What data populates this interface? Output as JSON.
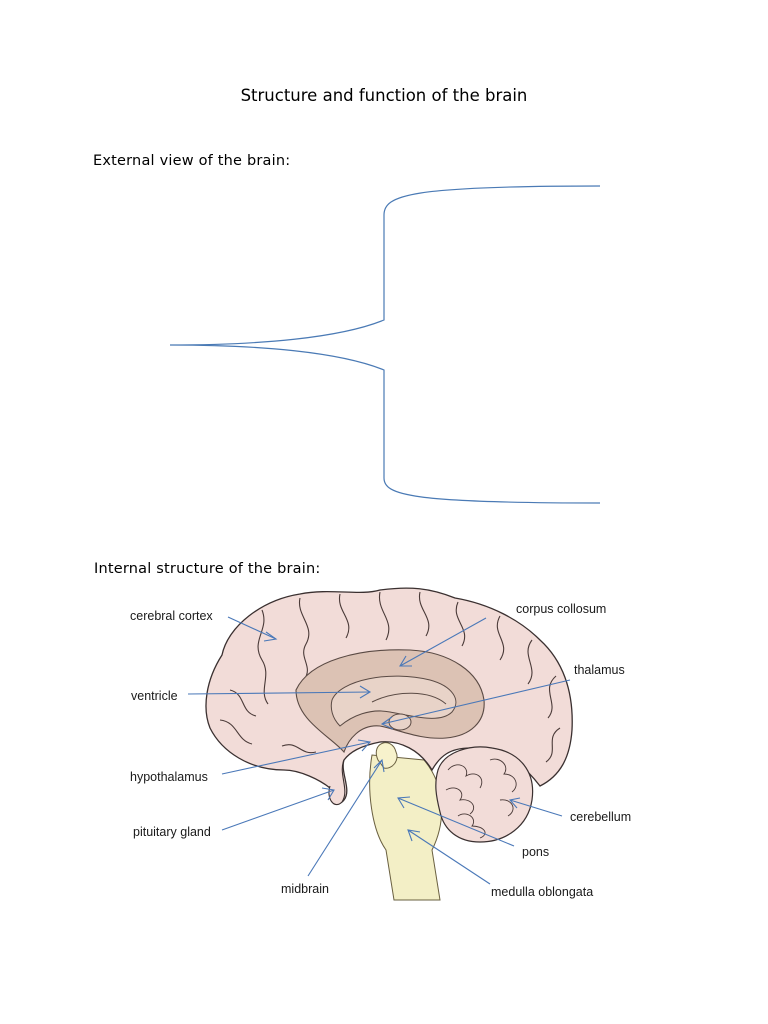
{
  "document": {
    "title": "Structure and function of the brain",
    "external_heading": "External view of the brain:",
    "internal_heading": "Internal structure of the brain:"
  },
  "diagram": {
    "labels": {
      "cerebral_cortex": "cerebral cortex",
      "corpus_collosum": "corpus collosum",
      "thalamus": "thalamus",
      "ventricle": "ventricle",
      "hypothalamus": "hypothalamus",
      "pituitary_gland": "pituitary gland",
      "cerebellum": "cerebellum",
      "pons": "pons",
      "midbrain": "midbrain",
      "medulla_oblongata": "medulla oblongata"
    },
    "colors": {
      "bracket": "#4a7ab5",
      "arrow": "#4a78b8",
      "cortex_fill": "#f2dcd8",
      "cortex_stroke": "#3a3030",
      "inner_fill": "#dcc2b4",
      "brainstem_fill": "#f3efc6"
    }
  }
}
